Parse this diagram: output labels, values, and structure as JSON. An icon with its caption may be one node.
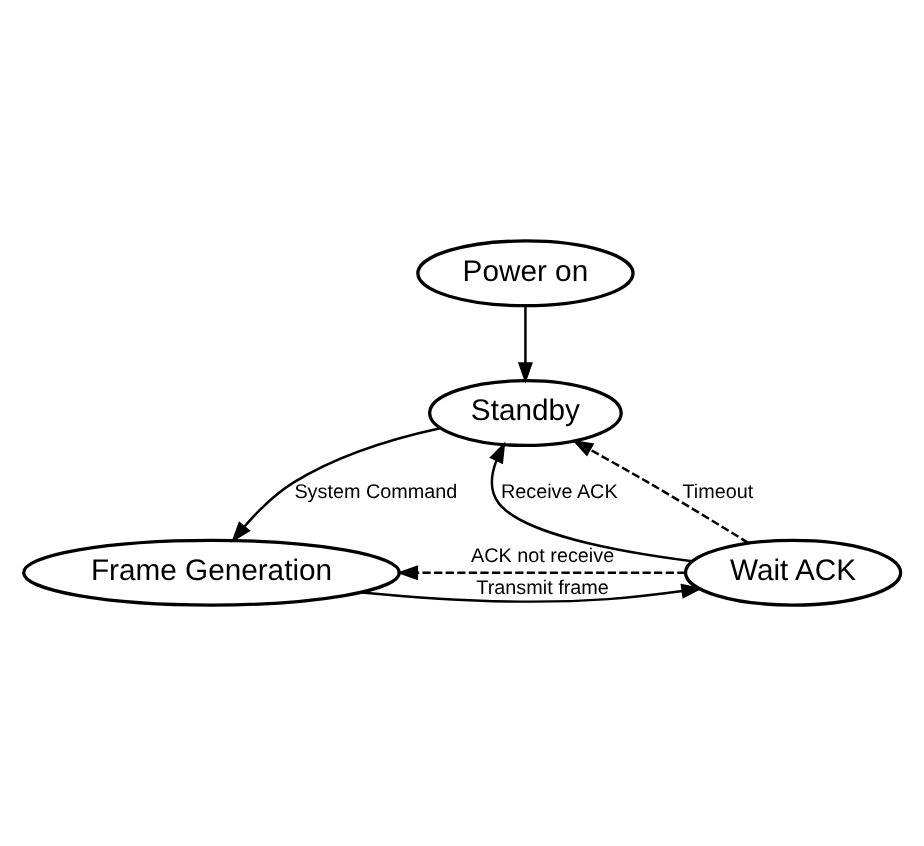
{
  "diagram": {
    "nodes": [
      {
        "text": [
          "Power on"
        ]
      },
      {
        "text": [
          "Standby"
        ]
      },
      {
        "text": [
          "Frame Generation"
        ]
      },
      {
        "text": [
          "Wait ACK"
        ]
      }
    ],
    "edges": [
      {
        "from": 0,
        "to": 1,
        "arrow": "to"
      },
      {
        "from": 1,
        "to": 2,
        "arrow": "to",
        "label": "System Command"
      },
      {
        "from": 2,
        "to": 3,
        "arrow": "to",
        "label": "Transmit frame"
      },
      {
        "from": 3,
        "to": 1,
        "arrow": "to",
        "label": "Receive ACK"
      },
      {
        "from": 3,
        "to": 1,
        "arrow": "to",
        "label": "Timeout",
        "style": "dashed"
      },
      {
        "from": 3,
        "to": 2,
        "arrow": "to",
        "label": "ACK not receive",
        "style": "dashed"
      }
    ]
  }
}
